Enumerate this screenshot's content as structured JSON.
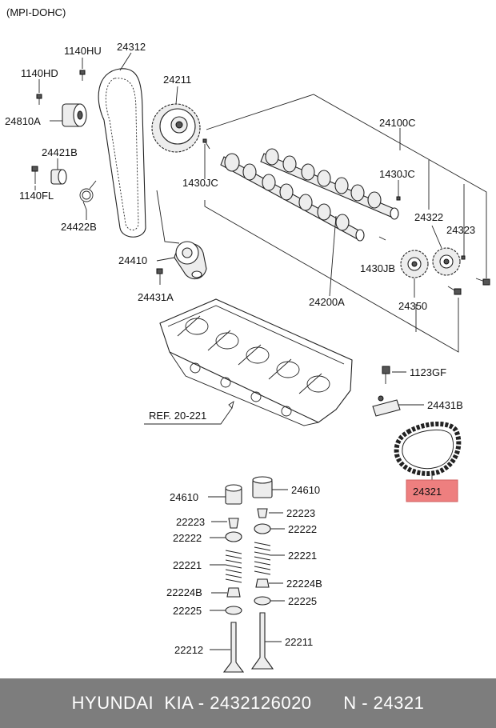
{
  "diagram": {
    "variant": "(MPI-DOHC)",
    "highlight_color": "#ee7f7f",
    "labels": {
      "p24312": "24312",
      "p1140HU": "1140HU",
      "p1140HD": "1140HD",
      "p24211": "24211",
      "p24810A": "24810A",
      "p24100C": "24100C",
      "p24421B": "24421B",
      "p1140FL": "1140FL",
      "p1430JC_right": "1430JC",
      "p1430JC_left": "1430JC",
      "p24422B": "24422B",
      "p24322": "24322",
      "p24323": "24323",
      "p24410": "24410",
      "p1430JB": "1430JB",
      "p24431A": "24431A",
      "p24200A": "24200A",
      "p24350": "24350",
      "p1123GF": "1123GF",
      "p24431B": "24431B",
      "ref": "REF. 20-221",
      "p24321": "24321",
      "p24610_left": "24610",
      "p24610_right": "24610",
      "p22223_left": "22223",
      "p22223_right": "22223",
      "p22222_left": "22222",
      "p22222_right": "22222",
      "p22221_left": "22221",
      "p22221_right": "22221",
      "p22224B_left": "22224B",
      "p22224B_right": "22224B",
      "p22225_left": "22225",
      "p22225_right": "22225",
      "p22212": "22212",
      "p22211": "22211"
    }
  },
  "footer": {
    "text": "HYUNDAI  KIA - 2432126020      N - 24321"
  }
}
